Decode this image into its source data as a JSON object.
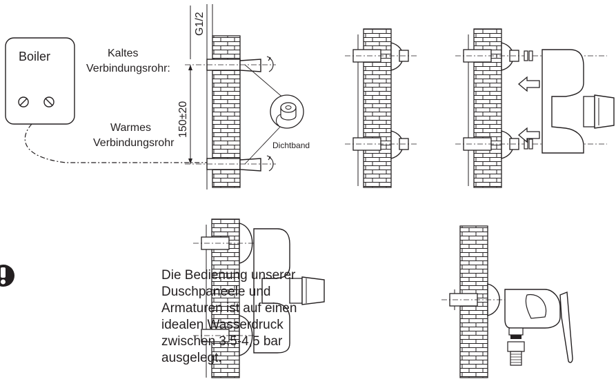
{
  "labels": {
    "boiler": "Boiler",
    "cold_pipe": [
      "Kaltes",
      "Verbindungsrohr:"
    ],
    "warm_pipe": [
      "Warmes",
      "Verbindungsrohr"
    ],
    "thread": "G1/2",
    "distance": "150±20",
    "seal_tape": "Dichtband"
  },
  "notice": {
    "icon": "exclamation-icon",
    "lines": [
      "Die Bedienung unserer",
      "Duschpaneele und",
      "Armaturen ist auf einen",
      "idealen Wasserdruck",
      "zwischen 3,5-4,5 bar",
      "ausgelegt."
    ]
  },
  "colors": {
    "ink": "#231f20",
    "background": "#ffffff"
  }
}
